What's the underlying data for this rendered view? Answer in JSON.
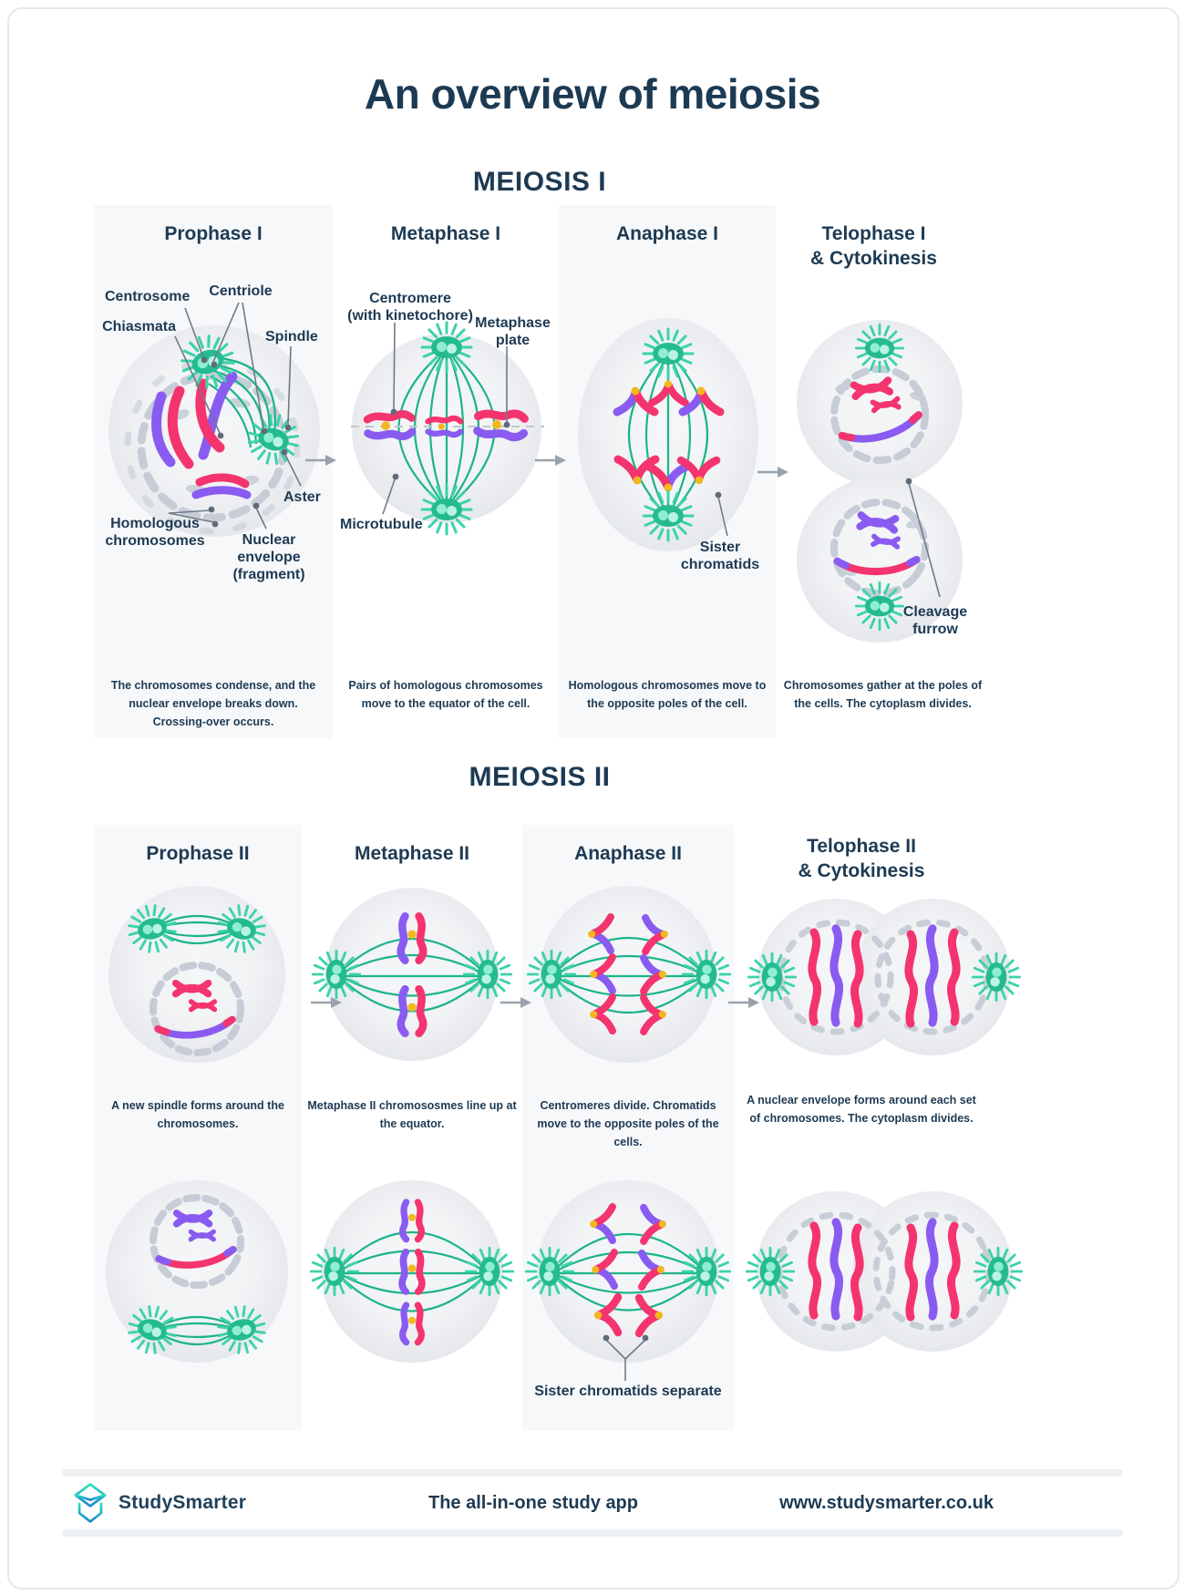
{
  "title": "An overview of meiosis",
  "meiosis1": {
    "heading": "MEIOSIS I",
    "prophase1": {
      "title": "Prophase I",
      "centrosome": "Centrosome",
      "centriole": "Centriole",
      "chiasmata": "Chiasmata",
      "spindle": "Spindle",
      "homologous": "Homologous chromosomes",
      "nuclear_envelope": "Nuclear envelope (fragment)",
      "aster": "Aster",
      "caption": "The chromosomes condense, and the nuclear envelope breaks down. Crossing-over occurs."
    },
    "metaphase1": {
      "title": "Metaphase I",
      "centromere_l1": "Centromere",
      "centromere_l2": "(with kinetochore)",
      "metaphase_plate": "Metaphase plate",
      "microtubule": "Microtubule",
      "caption": "Pairs of homologous chromosomes move to the equator of the cell."
    },
    "anaphase1": {
      "title": "Anaphase I",
      "sister_chromatids": "Sister chromatids",
      "caption": "Homologous chromosomes move to the opposite poles of the cell."
    },
    "telophase1": {
      "title_line1": "Telophase I",
      "title_line2": "& Cytokinesis",
      "cleavage_furrow": "Cleavage furrow",
      "caption": "Chromosomes gather at the poles of the cells. The cytoplasm divides."
    }
  },
  "meiosis2": {
    "heading": "MEIOSIS II",
    "prophase2": {
      "title": "Prophase II",
      "caption": "A new spindle forms around the chromosomes."
    },
    "metaphase2": {
      "title": "Metaphase II",
      "caption": "Metaphase II chromososmes line up at the equator."
    },
    "anaphase2": {
      "title": "Anaphase II",
      "sister_separate": "Sister chromatids separate",
      "caption": "Centromeres divide. Chromatids move to the opposite poles of the cells."
    },
    "telophase2": {
      "title_line1": "Telophase II",
      "title_line2": "& Cytokinesis",
      "caption": "A nuclear envelope forms around each set of chromosomes. The cytoplasm divides."
    }
  },
  "footer": {
    "brand": "StudySmarter",
    "tagline": "The all-in-one study app",
    "website": "www.studysmarter.co.uk"
  },
  "colors": {
    "navy_text": "#1d3a53",
    "teal_centrosome": "#25bb90",
    "teal_rays": "#3bd3a9",
    "spindle_fiber": "#1cb489",
    "chromosome_pink": "#f4346e",
    "chromosome_purple": "#8a5bf0",
    "centromere_yellow": "#f3b71f",
    "fragment_gray": "#c6cdd6",
    "panel_bg": "#f7f8fa",
    "arrow_gray": "#98a2ad",
    "logo_gradient_top": "#2fe1bd",
    "logo_gradient_bottom": "#2286d3"
  }
}
